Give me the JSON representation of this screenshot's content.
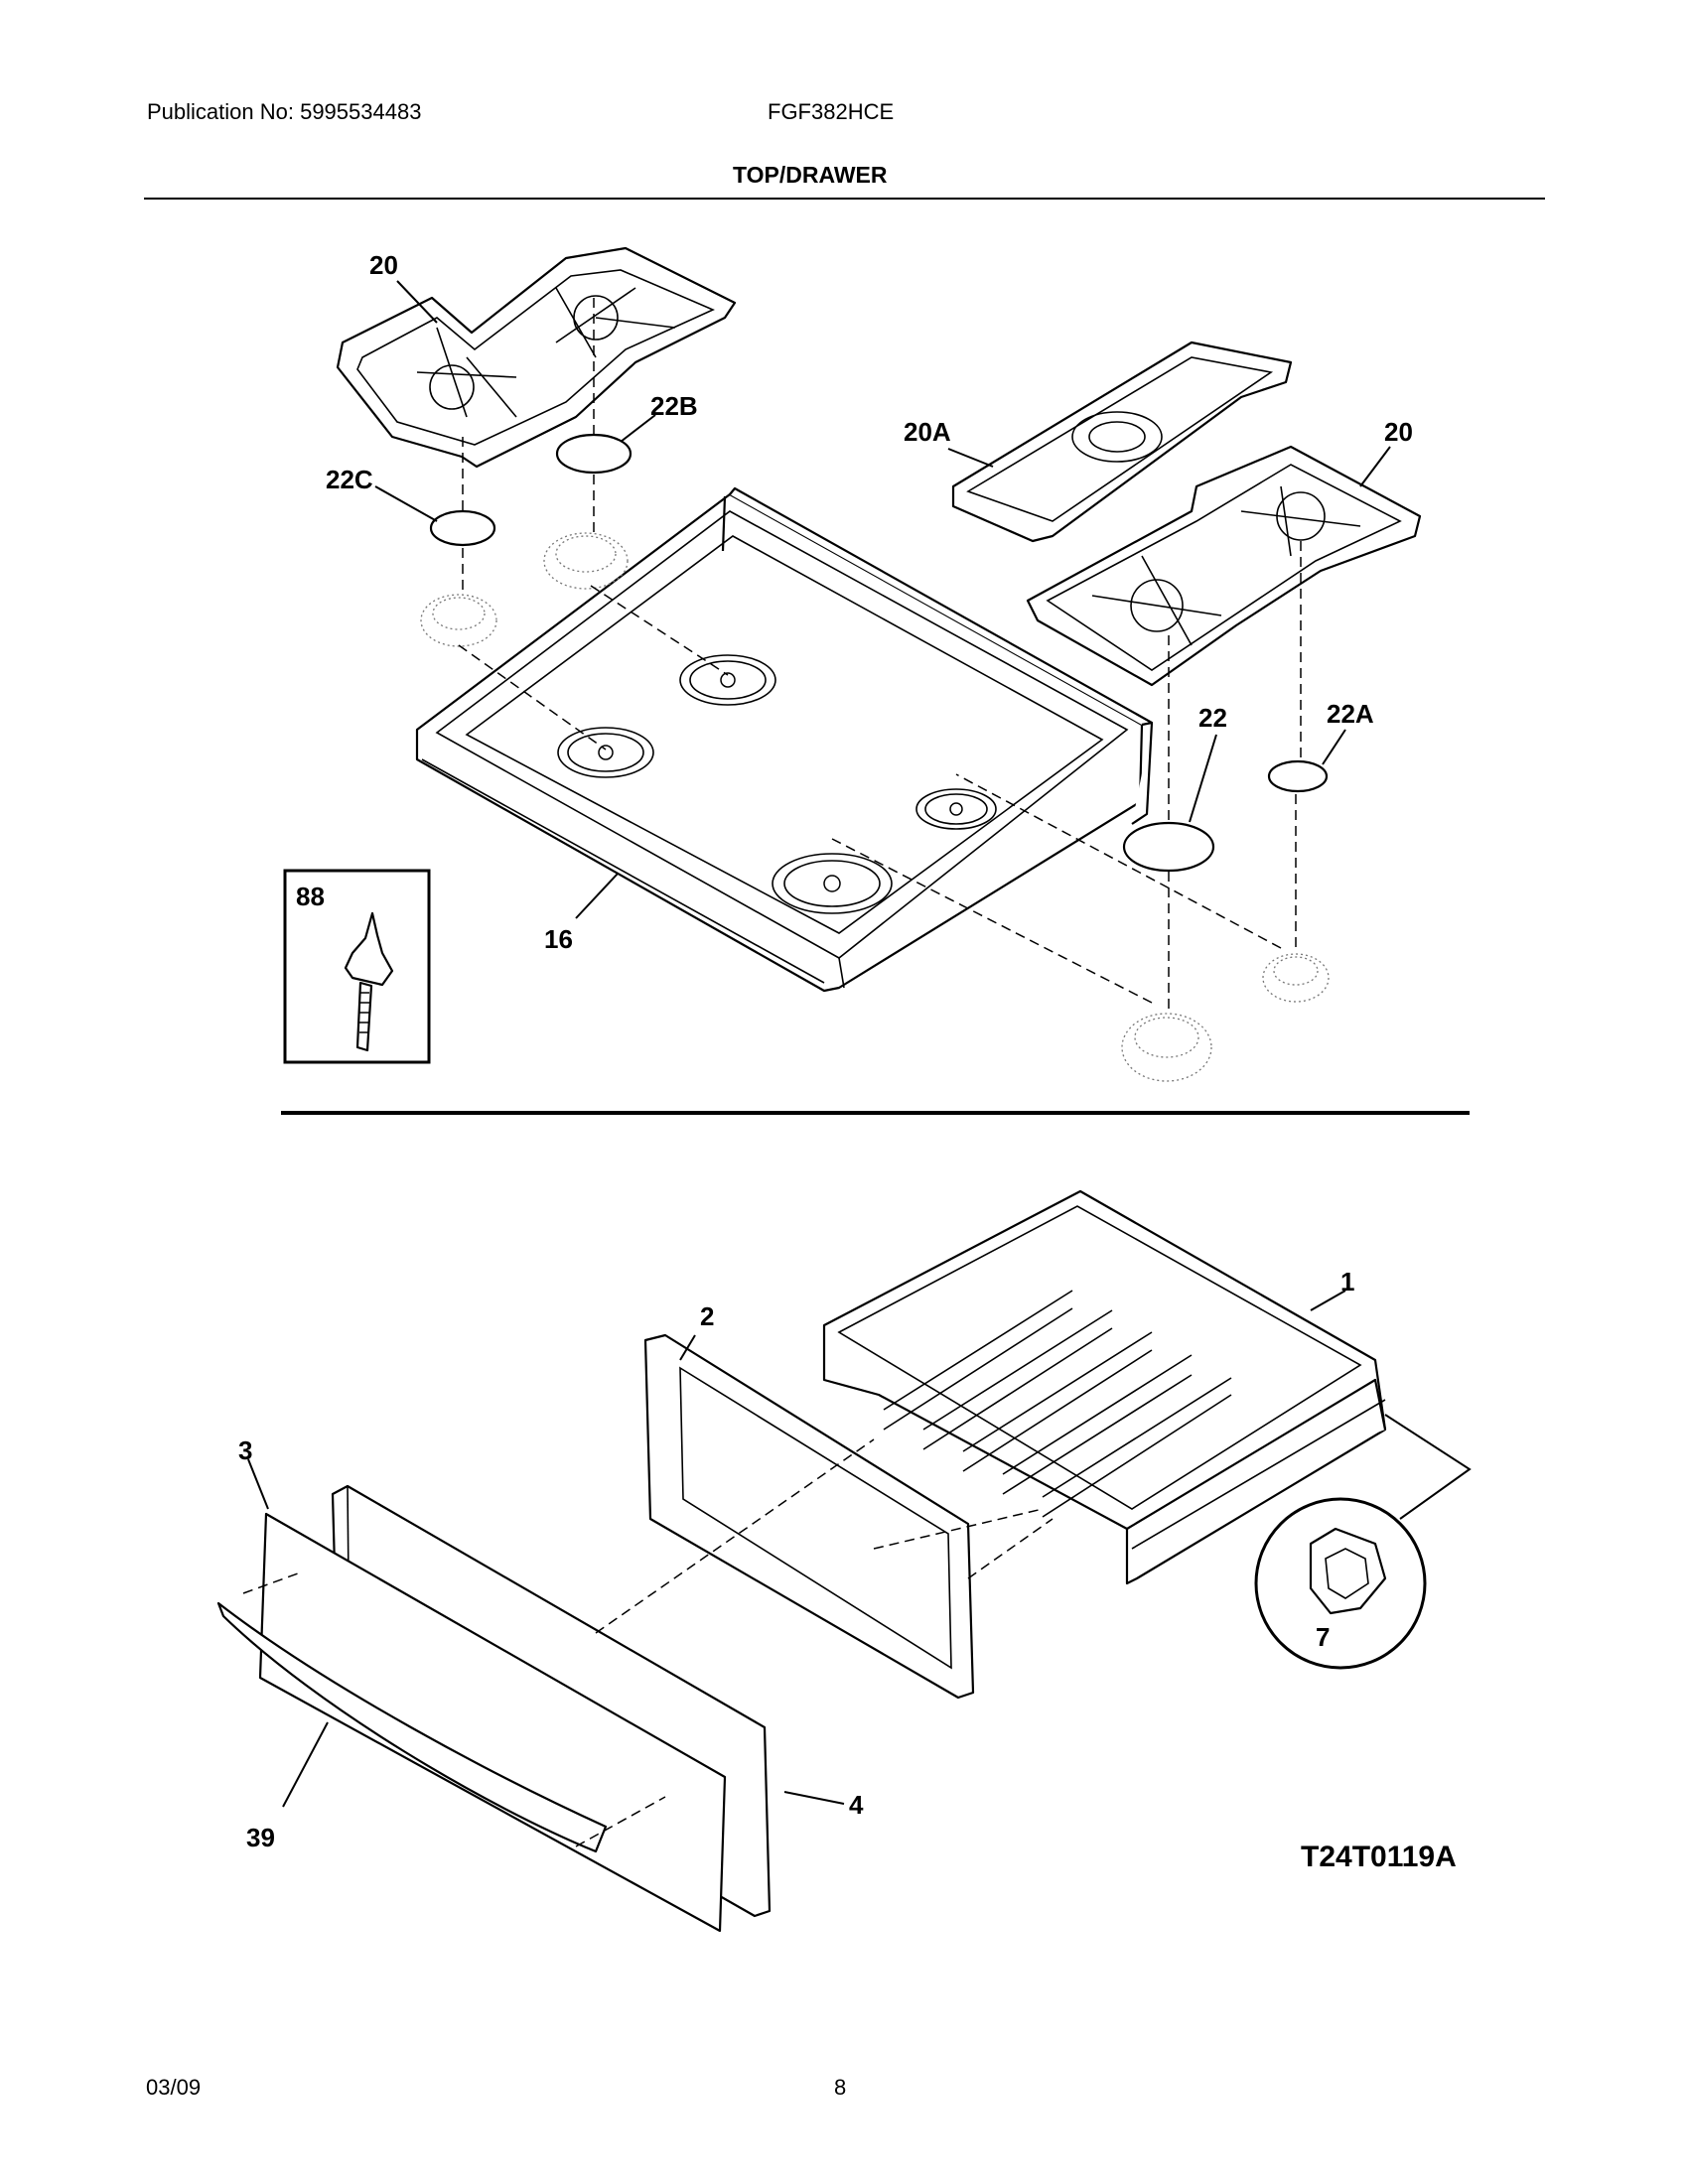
{
  "header": {
    "publication": "Publication No: 5995534483",
    "model": "FGF382HCE",
    "section_title": "TOP/DRAWER"
  },
  "diagram": {
    "reference_code": "T24T0119A",
    "part_labels": {
      "p20_left": "20",
      "p22B": "22B",
      "p22C": "22C",
      "p20A": "20A",
      "p20_right": "20",
      "p22": "22",
      "p22A": "22A",
      "p16": "16",
      "p88": "88",
      "p1": "1",
      "p2": "2",
      "p3": "3",
      "p4": "4",
      "p7": "7",
      "p39": "39"
    }
  },
  "footer": {
    "date": "03/09",
    "page": "8"
  }
}
